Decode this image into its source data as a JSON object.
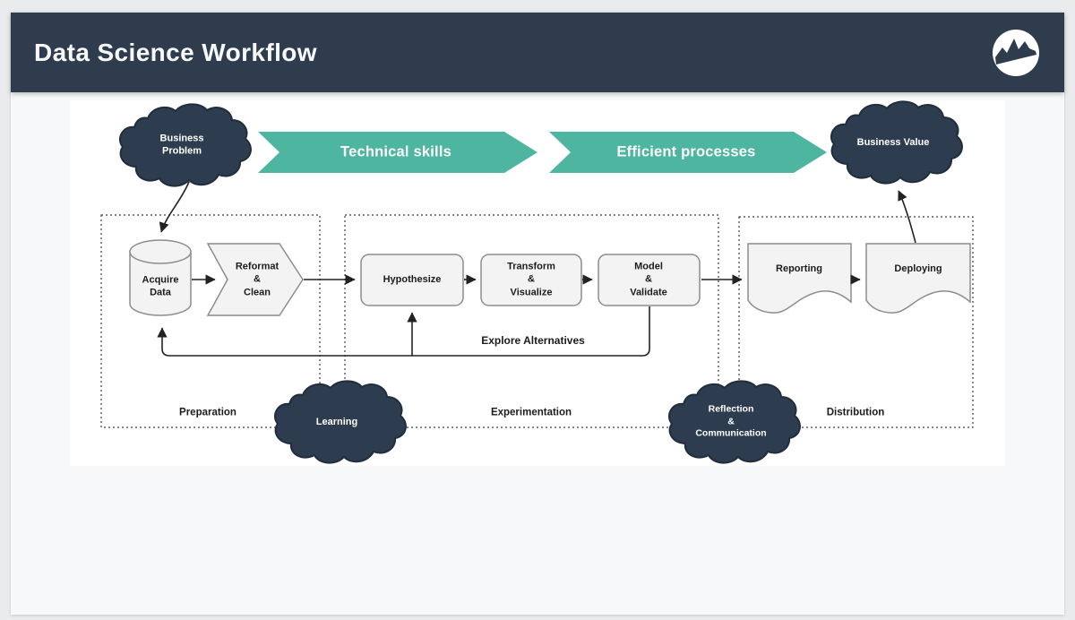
{
  "header": {
    "title": "Data Science Workflow",
    "logo": "line-chart-logo"
  },
  "banners": [
    {
      "label": "Technical skills"
    },
    {
      "label": "Efficient processes"
    }
  ],
  "clouds": [
    {
      "id": "business-problem",
      "label": "Business\nProblem"
    },
    {
      "id": "business-value",
      "label": "Business Value"
    },
    {
      "id": "learning",
      "label": "Learning"
    },
    {
      "id": "reflection-communication",
      "label": "Reflection\n&\nCommunication"
    }
  ],
  "nodes": [
    {
      "id": "acquire-data",
      "shape": "cylinder",
      "label": "Acquire\nData"
    },
    {
      "id": "reformat-clean",
      "shape": "chevron",
      "label": "Reformat\n&\nClean"
    },
    {
      "id": "hypothesize",
      "shape": "rounded-rect",
      "label": "Hypothesize"
    },
    {
      "id": "transform-visualize",
      "shape": "rounded-rect",
      "label": "Transform\n&\nVisualize"
    },
    {
      "id": "model-validate",
      "shape": "rounded-rect",
      "label": "Model\n&\nValidate"
    },
    {
      "id": "reporting",
      "shape": "document",
      "label": "Reporting"
    },
    {
      "id": "deploying",
      "shape": "document",
      "label": "Deploying"
    }
  ],
  "edges": {
    "explore_label": "Explore Alternatives"
  },
  "groups": [
    {
      "label": "Preparation"
    },
    {
      "label": "Experimentation"
    },
    {
      "label": "Distribution"
    }
  ],
  "colors": {
    "page_bg": "#e9ebed",
    "card_bg": "#f7f8f9",
    "header_bg": "#2f3c4e",
    "cloud_fill": "#2e3c4f",
    "cloud_stroke": "#202d3c",
    "banner_green": "#4eb5a0",
    "shape_fill": "#f3f3f4",
    "shape_stroke": "#8d8d8d"
  }
}
